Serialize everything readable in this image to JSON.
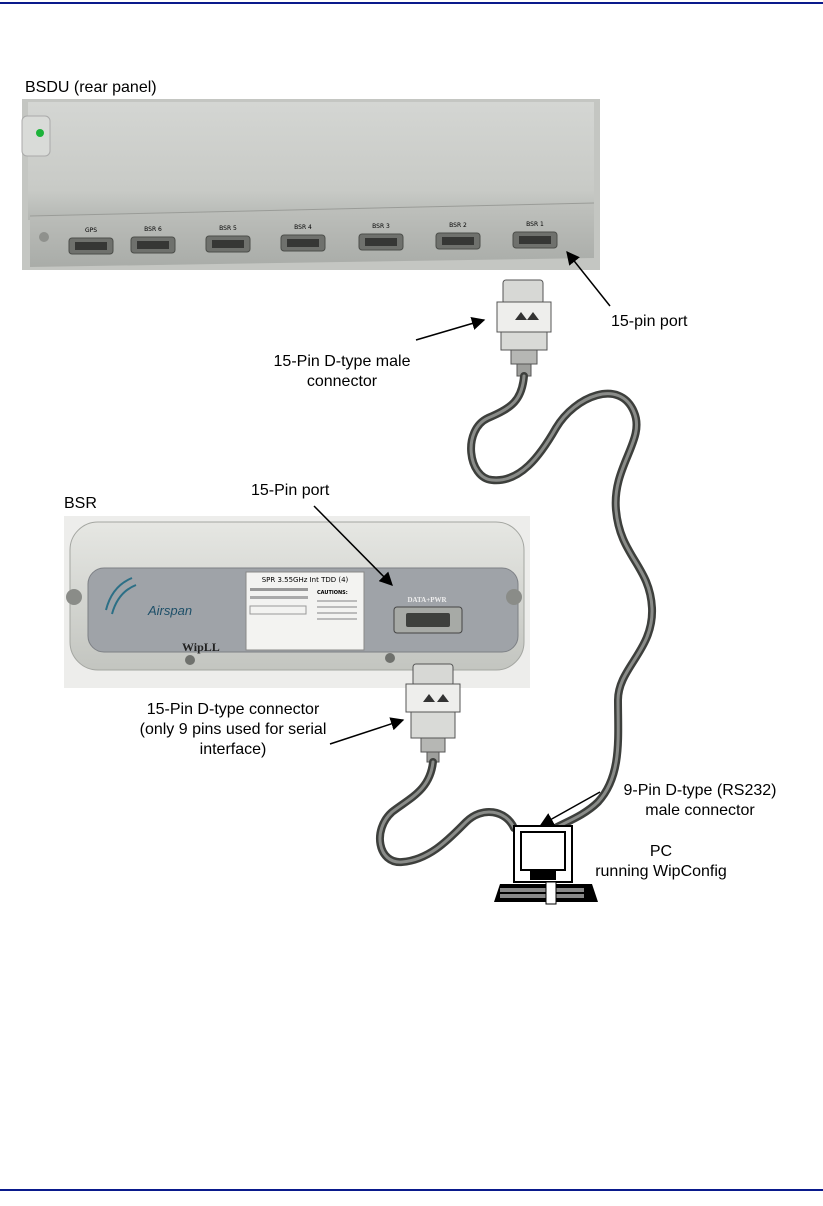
{
  "labels": {
    "bsdu_title": "BSDU (rear panel)",
    "bsdu_port_label": "15-pin port",
    "male_connector_line1": "15-Pin D-type male",
    "male_connector_line2": "connector",
    "bsr_title": "BSR",
    "bsr_port_label": "15-Pin port",
    "bsr_connector_line1": "15-Pin D-type connector",
    "bsr_connector_line2": "(only 9 pins used for serial",
    "bsr_connector_line3": "interface)",
    "pc_connector_line1": "9-Pin D-type (RS232)",
    "pc_connector_line2": "male connector",
    "pc_line1": "PC",
    "pc_line2": "running WipConfig"
  },
  "bsdu_ports": [
    "GPS",
    "BSR 6",
    "BSR 5",
    "BSR 4",
    "BSR 3",
    "BSR 2",
    "BSR 1"
  ],
  "bsr_panel": {
    "brand": "Airspan",
    "model": "WipLL",
    "sticker_title": "SPR 3.55GHz Int TDD (4)",
    "cautions": "CAUTIONS:",
    "port_label": "DATA+PWR"
  },
  "colors": {
    "rule": "#0a1a8c",
    "panel": "#c9cbc8",
    "led": "#1db33a"
  }
}
